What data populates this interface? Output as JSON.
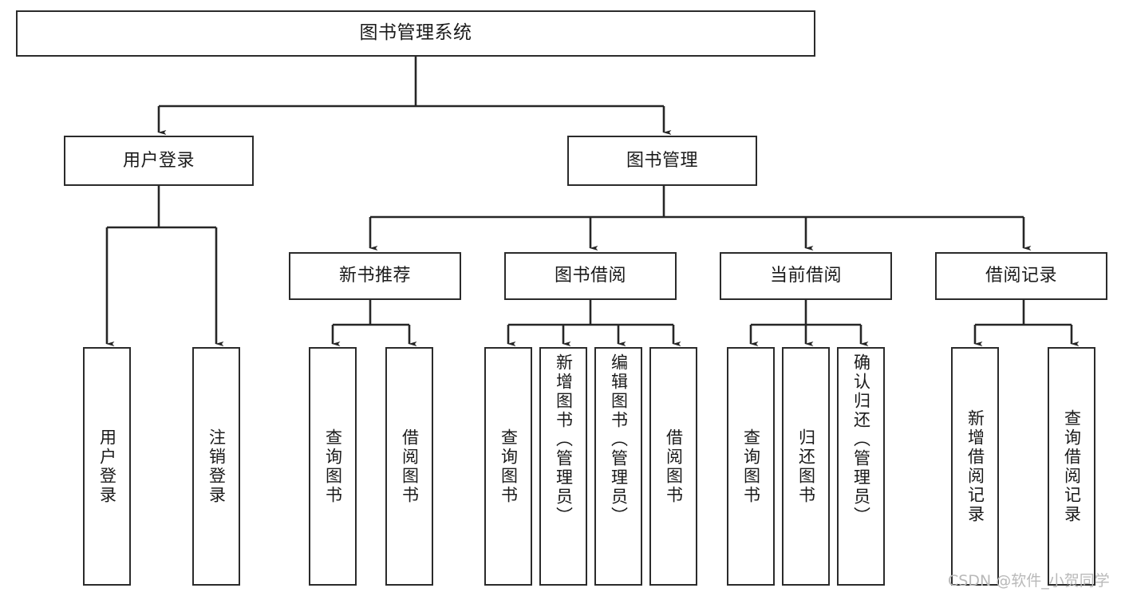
{
  "diagram": {
    "title": "图书管理系统",
    "watermark": "CSDN @软件_小贺同学",
    "colors": {
      "background": "#ffffff",
      "box_border": "#2b2b2b",
      "box_fill": "#ffffff",
      "edge": "#262626",
      "text": "#1a1a1a",
      "watermark": "#b9b9b9"
    },
    "root": {
      "label": "图书管理系统"
    },
    "level2": [
      {
        "label": "用户登录"
      },
      {
        "label": "图书管理"
      }
    ],
    "level3": [
      {
        "label": "新书推荐"
      },
      {
        "label": "图书借阅"
      },
      {
        "label": "当前借阅"
      },
      {
        "label": "借阅记录"
      }
    ],
    "leaves": {
      "user_login": [
        {
          "label": "用户登录"
        },
        {
          "label": "注销登录"
        }
      ],
      "new_book_recommend": [
        {
          "label": "查询图书"
        },
        {
          "label": "借阅图书"
        }
      ],
      "book_borrow": [
        {
          "label": "查询图书"
        },
        {
          "label": "新增图书（管理员）"
        },
        {
          "label": "编辑图书（管理员）"
        },
        {
          "label": "借阅图书"
        }
      ],
      "current_borrow": [
        {
          "label": "查询图书"
        },
        {
          "label": "归还图书"
        },
        {
          "label": "确认归还（管理员）"
        }
      ],
      "borrow_records": [
        {
          "label": "新增借阅记录"
        },
        {
          "label": "查询借阅记录"
        }
      ]
    }
  }
}
